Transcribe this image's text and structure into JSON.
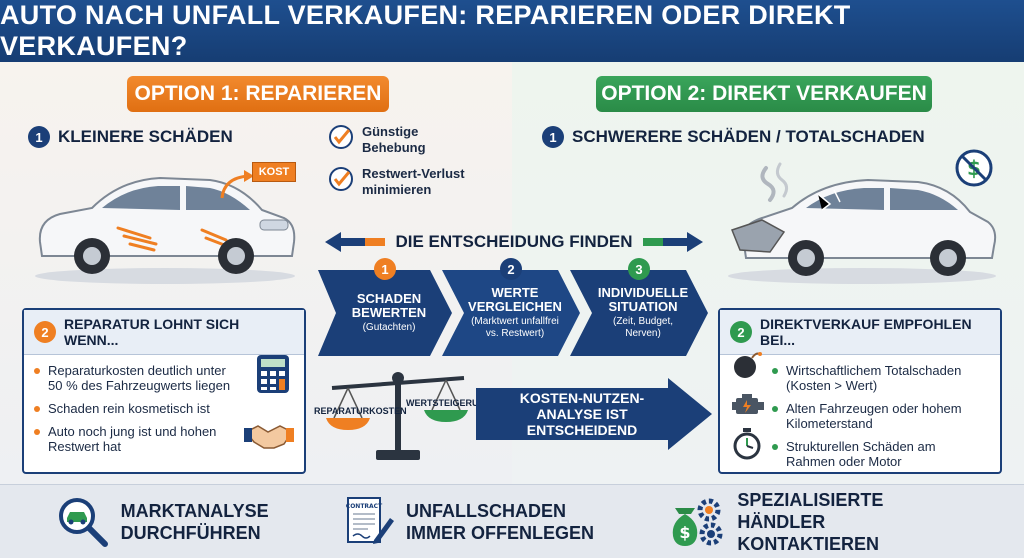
{
  "title": "AUTO NACH UNFALL VERKAUFEN: REPARIEREN ODER DIREKT VERKAUFEN?",
  "option1": {
    "label": "OPTION 1: REPARIEREN",
    "num": "1",
    "section": "KLEINERE SCHÄDEN",
    "kost": "KOST",
    "benefits": [
      "Günstige Behebung",
      "Restwert-Verlust minimieren"
    ]
  },
  "option2": {
    "label": "OPTION 2: DIREKT VERKAUFEN",
    "num": "1",
    "section": "SCHWERERE SCHÄDEN / TOTALSCHADEN"
  },
  "decision": {
    "label": "DIE ENTSCHEIDUNG FINDEN",
    "steps": [
      {
        "num": "1",
        "title": "SCHADEN BEWERTEN",
        "sub": "(Gutachten)"
      },
      {
        "num": "2",
        "title": "WERTE VERGLEICHEN",
        "sub": "(Marktwert unfallfrei vs. Restwert)"
      },
      {
        "num": "3",
        "title": "INDIVIDUELLE SITUATION",
        "sub": "(Zeit, Budget, Nerven)"
      }
    ]
  },
  "repair_box": {
    "num": "2",
    "title": "REPARATUR LOHNT SICH WENN...",
    "items": [
      "Reparaturkosten deutlich unter 50 % des Fahrzeugwerts liegen",
      "Schaden rein kosmetisch ist",
      "Auto noch jung ist und hohen Restwert hat"
    ]
  },
  "scale": {
    "left": "REPARATURKOSTEN",
    "right": "WERTSTEIGERUNG"
  },
  "analysis": "KOSTEN-NUTZEN-ANALYSE IST ENTSCHEIDEND",
  "sell_box": {
    "num": "2",
    "title": "DIREKTVERKAUF EMPFOHLEN BEI...",
    "items": [
      "Wirtschaftlichem Totalschaden (Kosten > Wert)",
      "Alten Fahrzeugen oder hohem Kilometerstand",
      "Strukturellen Schäden am Rahmen oder Motor"
    ]
  },
  "footer": [
    {
      "label": "MARKTANALYSE DURCHFÜHREN",
      "icon": "magnifier-car-icon"
    },
    {
      "label": "UNFALLSCHADEN IMMER OFFENLEGEN",
      "icon": "contract-icon",
      "icon_text": "CONTRACT"
    },
    {
      "label": "SPEZIALISIERTE HÄNDLER KONTAKTIEREN",
      "icon": "money-bag-gears-icon"
    }
  ],
  "colors": {
    "navy": "#1b3f78",
    "orange": "#ef7f22",
    "green": "#2f9a4f",
    "header": "#1e4f8f"
  }
}
